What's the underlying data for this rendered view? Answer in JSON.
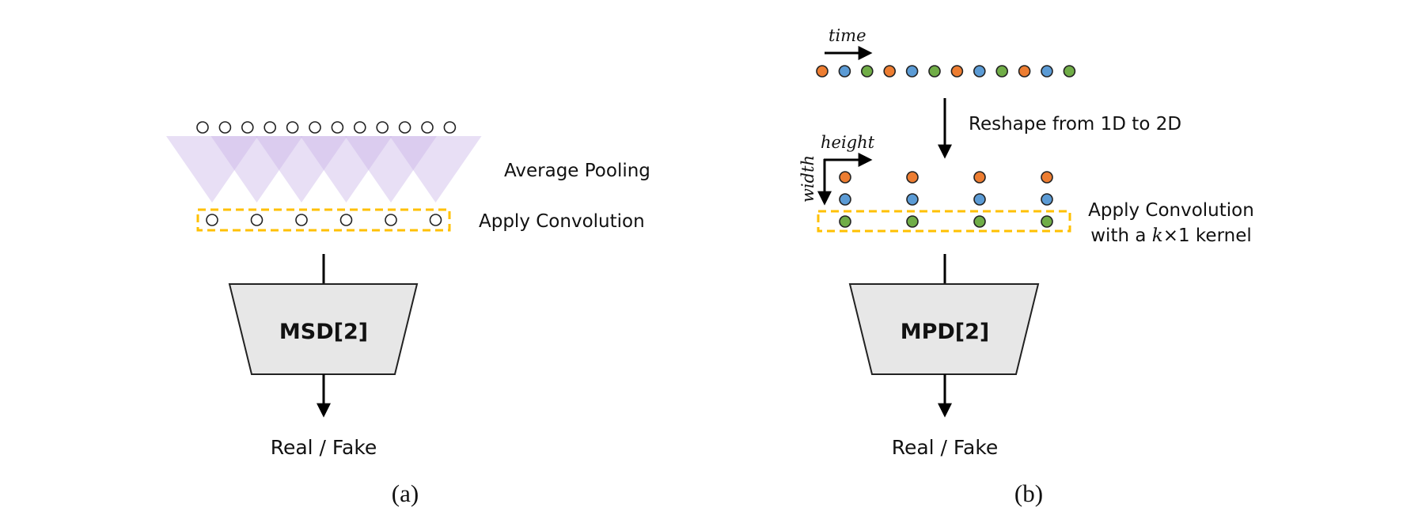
{
  "panel_a": {
    "pooling_label": "Average Pooling",
    "convolution_label": "Apply Convolution",
    "discriminator_label": "MSD[2]",
    "output_label": "Real / Fake",
    "caption": "(a)"
  },
  "panel_b": {
    "time_axis_label": "time",
    "reshape_label": "Reshape from 1D to 2D",
    "height_axis_label": "height",
    "width_axis_label": "width",
    "convolution_label_line1": "Apply Convolution",
    "convolution_label_line2_prefix": "with a ",
    "kernel_k": "k",
    "kernel_times": "×1",
    "convolution_label_line2_suffix": " kernel",
    "discriminator_label": "MPD[2]",
    "output_label": "Real / Fake",
    "caption": "(b)"
  },
  "colors": {
    "orange": "#ED7D31",
    "blue": "#5B9BD5",
    "green": "#70AD47",
    "dashed_box": "#FFC000",
    "pooling_fill": "#C9B3E6",
    "discriminator_fill": "#E7E7E7"
  }
}
